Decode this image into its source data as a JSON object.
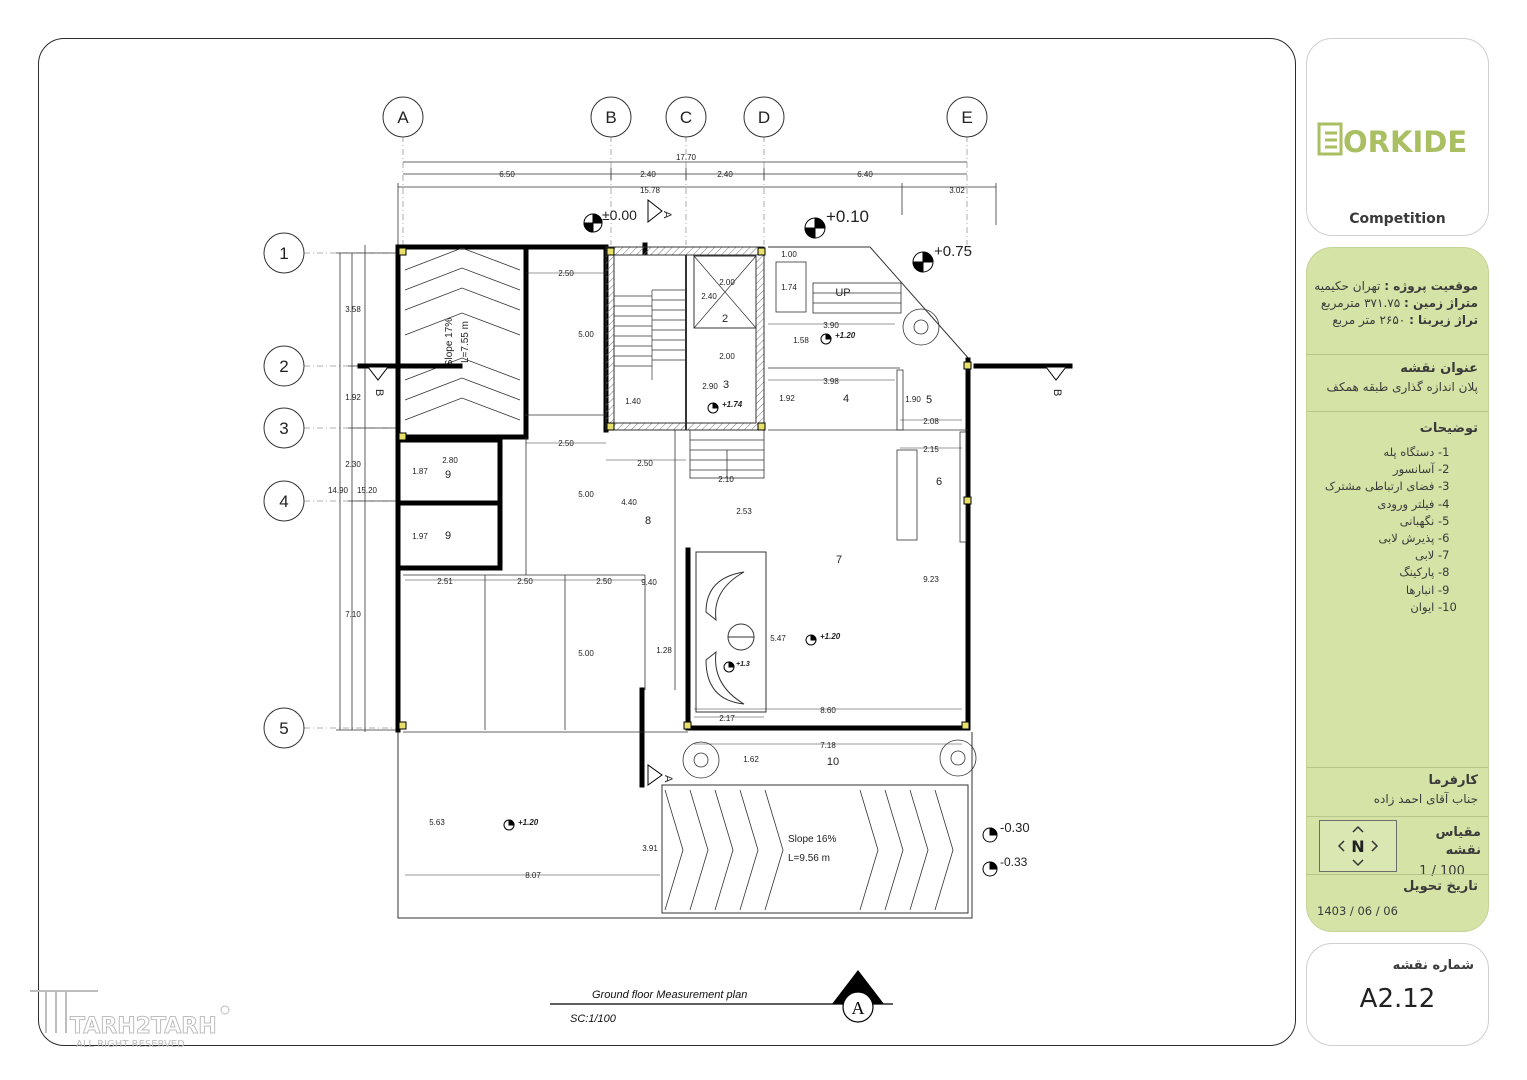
{
  "plan": {
    "grid_columns": [
      "A",
      "B",
      "C",
      "D",
      "E"
    ],
    "grid_rows": [
      "1",
      "2",
      "3",
      "4",
      "5"
    ],
    "dims_top_total": "17.70",
    "dims_top": [
      "6.50",
      "2.40",
      "2.40",
      "6.40"
    ],
    "dims_second": [
      "15.78",
      "3.02"
    ],
    "dims_left": [
      "3.58",
      "1.92",
      "2.30",
      "7.10"
    ],
    "dims_left_totals": [
      "14.90",
      "15.20"
    ],
    "interior_dims": [
      "2.50",
      "5.00",
      "2.50",
      "5.00",
      "2.51",
      "2.50",
      "2.50",
      "5.00",
      "2.80",
      "1.87",
      "1.97",
      "2.50",
      "4.40",
      "9.40",
      "1.28",
      "2.10",
      "2.53",
      "5.47",
      "2.17",
      "8.60",
      "9.23",
      "7.18",
      "1.62",
      "5.63",
      "8.07",
      "3.91",
      "1.00",
      "1.74",
      "2.00",
      "2.40",
      "2.00",
      "1.40",
      "2.90",
      "3.90",
      "1.58",
      "3.98",
      "1.92",
      "1.90",
      "2.08",
      "2.15"
    ],
    "room_numbers": [
      "2",
      "3",
      "4",
      "5",
      "6",
      "7",
      "8",
      "9",
      "9",
      "10"
    ],
    "levels": [
      "±0.00",
      "+0.10",
      "+0.75",
      "+1.20",
      "+1.74",
      "+1.20",
      "+1.3",
      "+1.20",
      "-0.30",
      "-0.33"
    ],
    "ramp_top": {
      "slope": "Slope 17%",
      "length": "L=7.55 m"
    },
    "ramp_bottom": {
      "slope": "Slope 16%",
      "length": "L=9.56 m"
    },
    "stair_up": "UP",
    "section_tags": [
      "A",
      "A",
      "B",
      "B"
    ],
    "title": "Ground floor Measurement   plan",
    "scale_text": "SC:1/100",
    "title_marker": "A"
  },
  "logo": {
    "name": "ORKIDE",
    "subtitle": "Competition"
  },
  "project": {
    "location_label": "موقعیت پروژه :",
    "location_value": "تهران حکیمیه",
    "land_label": "متراژ زمین :",
    "land_value": "۳۷۱.۷۵ مترمربع",
    "built_label": "تراژ زیربنا :",
    "built_value": "۲۶۵۰ متر مربع"
  },
  "map_title": {
    "heading": "عنوان نقشه",
    "value": "پلان اندازه گذاری طبقه همکف"
  },
  "legend": {
    "heading": "توضیحات",
    "items": [
      {
        "num": "-1",
        "label": "دستگاه پله"
      },
      {
        "num": "-2",
        "label": "آسانسور"
      },
      {
        "num": "-3",
        "label": "فضای ارتباطی مشترک"
      },
      {
        "num": "-4",
        "label": "فیلتر ورودی"
      },
      {
        "num": "-5",
        "label": "نگهبانی"
      },
      {
        "num": "-6",
        "label": "پذیرش لابی"
      },
      {
        "num": "-7",
        "label": "لابی"
      },
      {
        "num": "-8",
        "label": "پارکینگ"
      },
      {
        "num": "-9",
        "label": "انبارها"
      },
      {
        "num": "-10",
        "label": "ایوان"
      }
    ]
  },
  "client": {
    "heading": "کارفرما",
    "value": "جناب آقای احمد زاده"
  },
  "scale": {
    "heading": "مقیاس نقشه",
    "value": "1 / 100",
    "north": "N"
  },
  "delivery": {
    "heading": "تاریخ تحویل",
    "value": "1403 / 06 / 06"
  },
  "sheet": {
    "heading": "شماره نقشه",
    "value": "A2.12"
  },
  "watermark": {
    "text": "TARH2TARH",
    "sub": "ALL RIGHT RESERVED"
  },
  "colors": {
    "panel_green": "#d5e3a7",
    "logo_green": "#a9bf62",
    "wall": "#000000",
    "column": "#e8e06a"
  }
}
